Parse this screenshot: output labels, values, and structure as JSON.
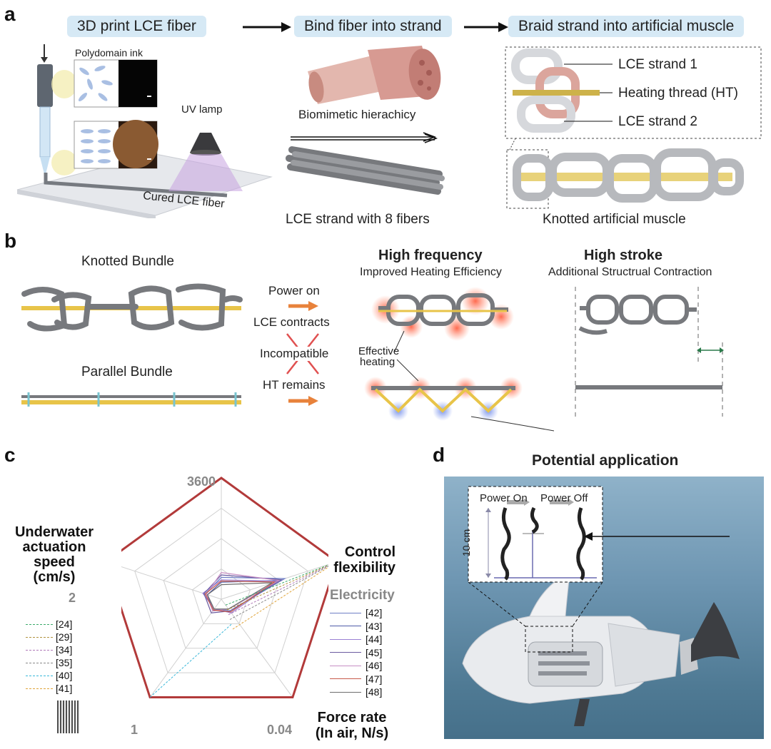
{
  "panel_a": {
    "letter": "a",
    "steps": [
      "3D print LCE fiber",
      "Bind fiber into strand",
      "Braid strand into artificial muscle"
    ],
    "polydomain_ink": "Polydomain ink",
    "uv_lamp": "UV lamp",
    "cured_fiber": "Cured LCE fiber",
    "hierarchy": "Biomimetic hierachicy",
    "strand_caption": "LCE strand with 8 fibers",
    "strand1": "LCE strand 1",
    "heating_thread": "Heating thread (HT)",
    "strand2": "LCE strand 2",
    "knotted_muscle": "Knotted artificial muscle"
  },
  "panel_b": {
    "letter": "b",
    "knotted_bundle": "Knotted Bundle",
    "parallel_bundle": "Parallel Bundle",
    "power_on": "Power on",
    "lce_contracts": "LCE contracts",
    "incompatible": "Incompatible",
    "ht_remains": "HT remains",
    "high_frequency": "High frequency",
    "improved_heating": "Improved Heating Efficiency",
    "effective_heating_1": "Effective",
    "effective_heating_2": "heating",
    "high_stroke": "High stroke",
    "additional_contraction": "Additional Structrual Contraction"
  },
  "panel_c": {
    "letter": "c",
    "top_value": "3600",
    "left_axis_lines": [
      "Underwater",
      "actuation",
      "speed",
      "(cm/s)"
    ],
    "left_value": "2",
    "right_axis_lines": [
      "Control",
      "flexibility"
    ],
    "right_category": "Electricity",
    "bottom_right_lines": [
      "Force rate",
      "(In air, N/s)"
    ],
    "bottom_right_value": "0.04",
    "bottom_left_value": "1",
    "legend_left": [
      {
        "ref": "[24]",
        "color": "#3bab6a"
      },
      {
        "ref": "[29]",
        "color": "#b2923f"
      },
      {
        "ref": "[34]",
        "color": "#b07ab8"
      },
      {
        "ref": "[35]",
        "color": "#8a8a8a"
      },
      {
        "ref": "[40]",
        "color": "#3ab8d9"
      },
      {
        "ref": "[41]",
        "color": "#e0a43a"
      }
    ],
    "legend_right": [
      {
        "ref": "[42]",
        "color": "#6f7fc6"
      },
      {
        "ref": "[43]",
        "color": "#4e5aa8"
      },
      {
        "ref": "[44]",
        "color": "#9a7fd4"
      },
      {
        "ref": "[45]",
        "color": "#6a5aa0"
      },
      {
        "ref": "[46]",
        "color": "#c78fc4"
      },
      {
        "ref": "[47]",
        "color": "#c85a4a"
      },
      {
        "ref": "[48]",
        "color": "#6d6d6d"
      }
    ],
    "outline_color": "#b23a3a"
  },
  "panel_d": {
    "letter": "d",
    "title": "Potential application",
    "power_on": "Power On",
    "power_off": "Power Off",
    "scale": "10 cm"
  }
}
